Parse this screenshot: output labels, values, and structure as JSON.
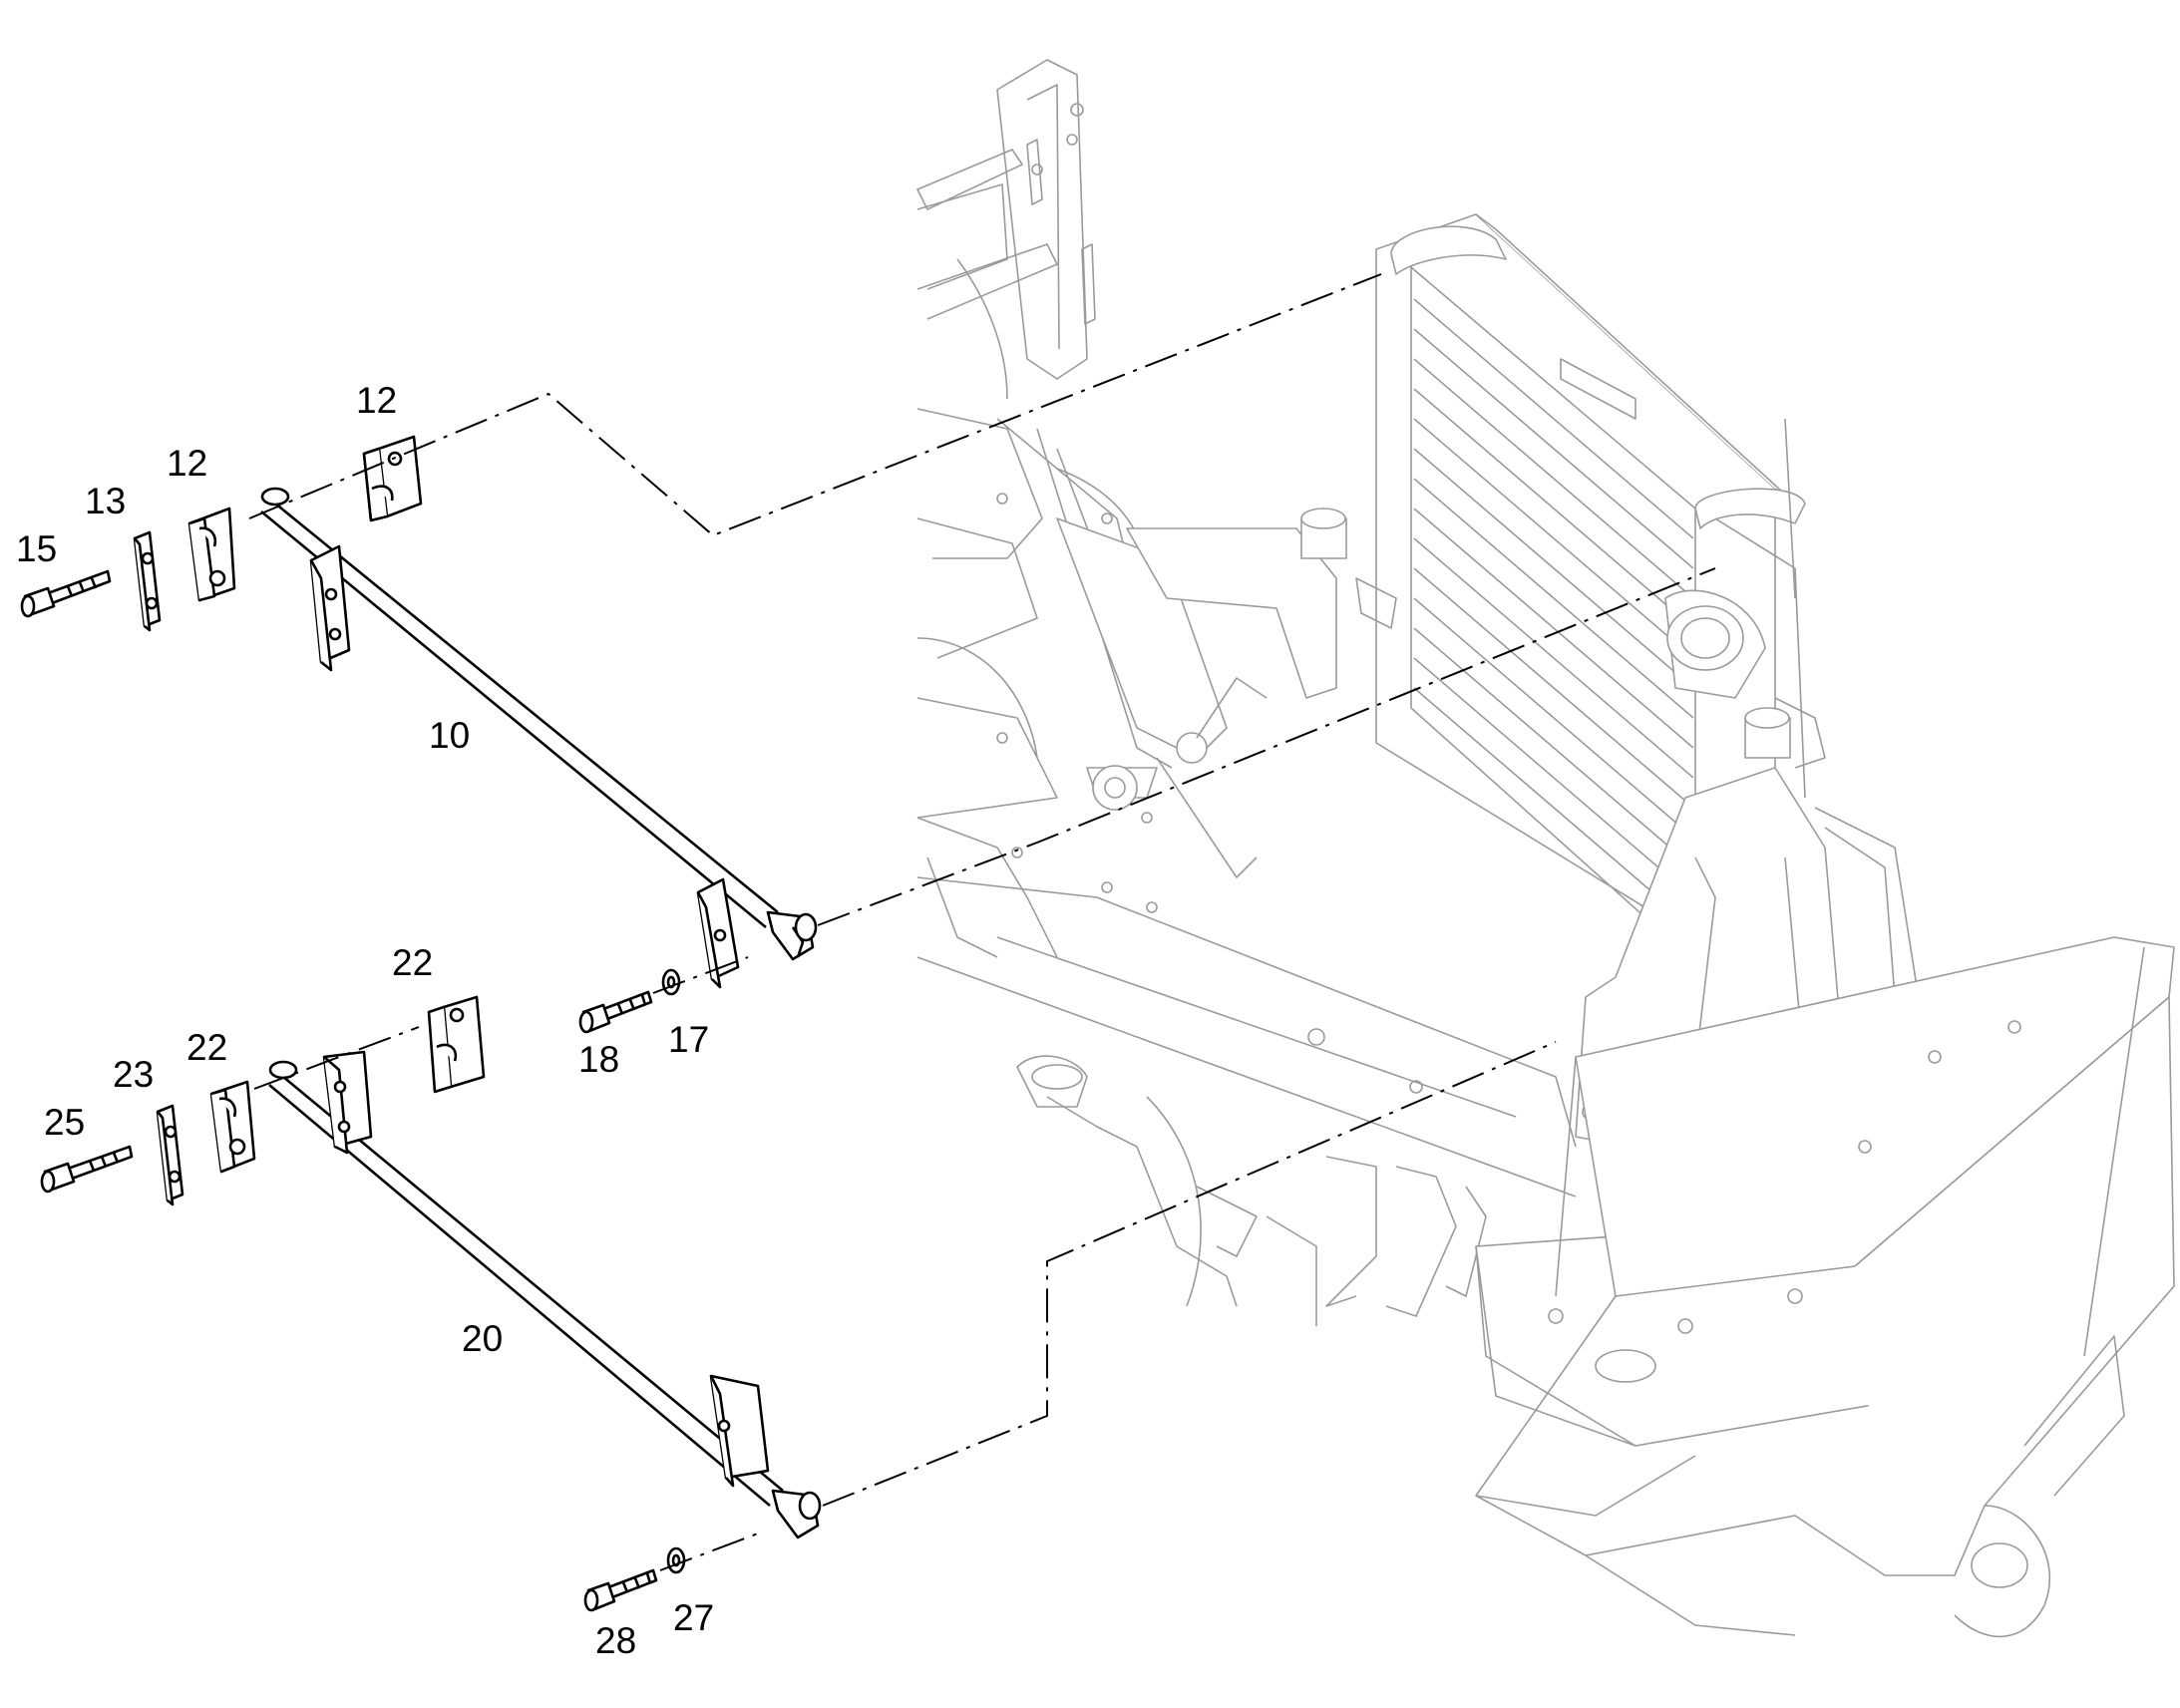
{
  "callouts": [
    {
      "id": "c12a",
      "text": "12"
    },
    {
      "id": "c12b",
      "text": "12"
    },
    {
      "id": "c13",
      "text": "13"
    },
    {
      "id": "c15",
      "text": "15"
    },
    {
      "id": "c10",
      "text": "10"
    },
    {
      "id": "c18",
      "text": "18"
    },
    {
      "id": "c17",
      "text": "17"
    },
    {
      "id": "c22a",
      "text": "22"
    },
    {
      "id": "c22b",
      "text": "22"
    },
    {
      "id": "c23",
      "text": "23"
    },
    {
      "id": "c25",
      "text": "25"
    },
    {
      "id": "c20",
      "text": "20"
    },
    {
      "id": "c28",
      "text": "28"
    },
    {
      "id": "c27",
      "text": "27"
    }
  ],
  "colors": {
    "parts": "#000000",
    "assembly": "#9a9a9a",
    "background": "#ffffff"
  }
}
